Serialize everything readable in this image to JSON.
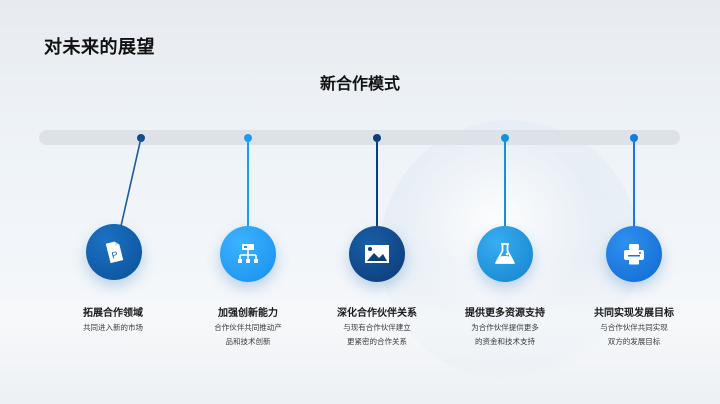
{
  "slide": {
    "title": "对未来的展望",
    "subtitle": "新合作模式"
  },
  "colors": {
    "navy": "#0c3f7a",
    "deep_blue": "#0e5fae",
    "sky_blue": "#1d9bf0",
    "cyan_blue": "#1690d8",
    "bright_blue": "#1479e0",
    "timeline_bar": "#dce2e8"
  },
  "timeline": {
    "items": [
      {
        "label": "拓展合作领域",
        "desc_lines": [
          "共同进入新的市场"
        ],
        "icon": "document-p-icon",
        "color": "#0e5fae"
      },
      {
        "label": "加强创新能力",
        "desc_lines": [
          "合作伙伴共同推动产",
          "品和技术创新"
        ],
        "icon": "hierarchy-icon",
        "color": "#1d9bf0"
      },
      {
        "label": "深化合作伙伴关系",
        "desc_lines": [
          "与现有合作伙伴建立",
          "更紧密的合作关系"
        ],
        "icon": "image-icon",
        "color": "#0c3f7a"
      },
      {
        "label": "提供更多资源支持",
        "desc_lines": [
          "为合作伙伴提供更多",
          "的资金和技术支持"
        ],
        "icon": "flask-icon",
        "color": "#1690d8"
      },
      {
        "label": "共同实现发展目标",
        "desc_lines": [
          "与合作伙伴共同实现",
          "双方的发展目标"
        ],
        "icon": "printer-icon",
        "color": "#1479e0"
      }
    ]
  }
}
